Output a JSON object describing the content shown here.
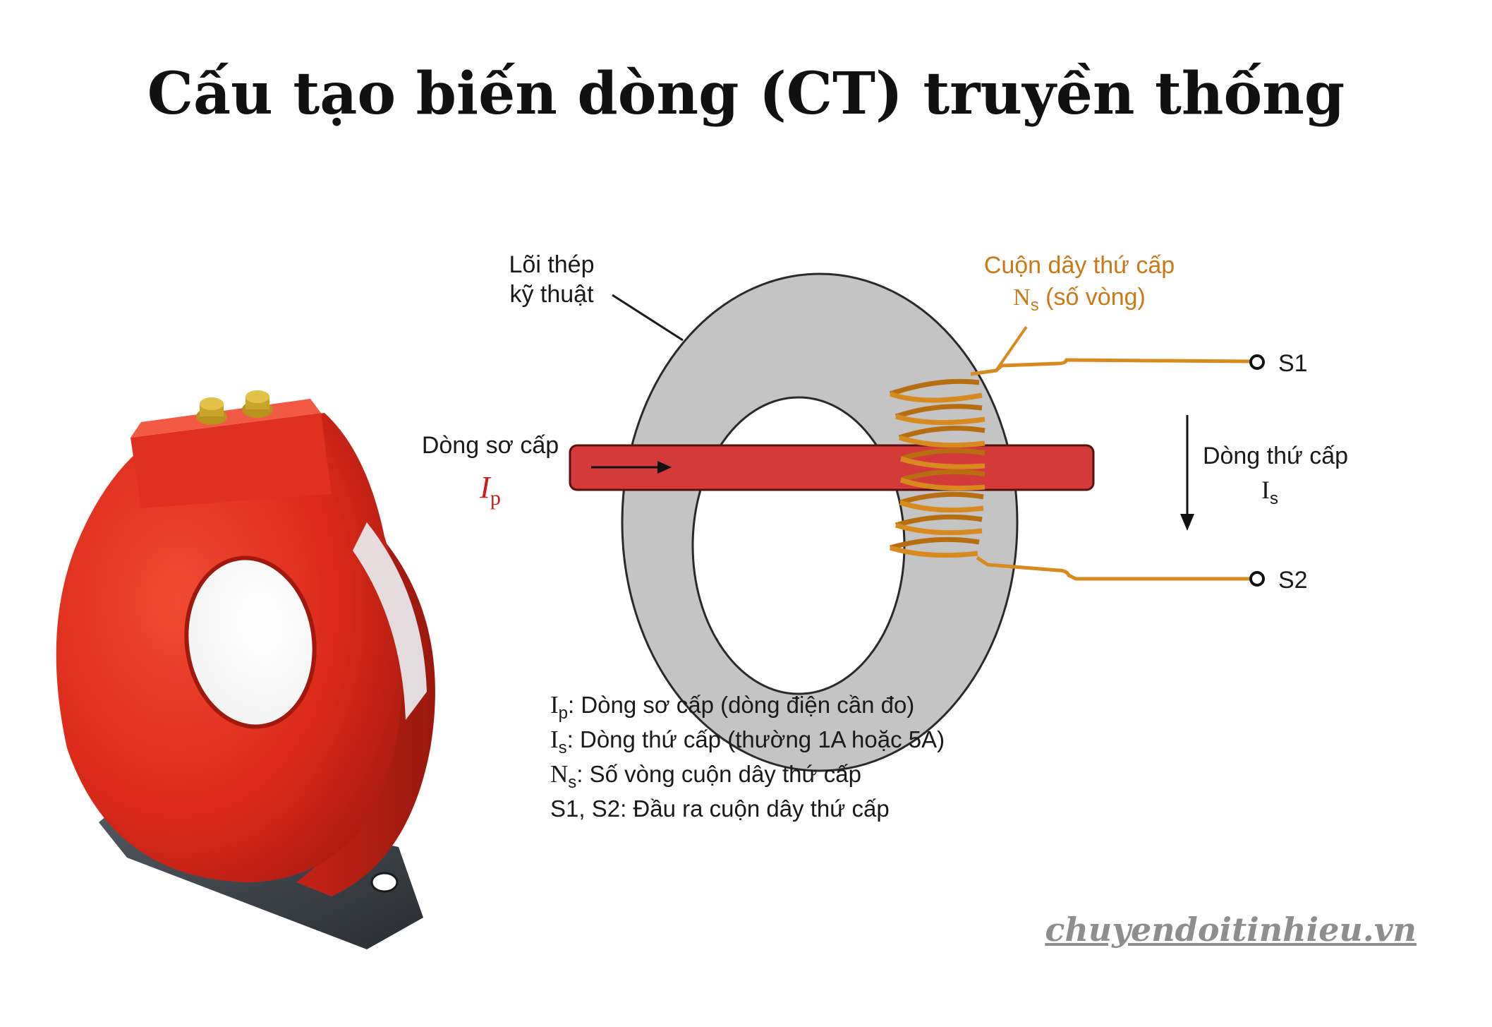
{
  "title": "Cấu tạo biến dòng (CT) truyền thống",
  "labels": {
    "core_line1": "Lõi thép",
    "core_line2": "kỹ thuật",
    "secondary_coil_line1": "Cuộn dây thứ cấp",
    "secondary_coil_N": "N",
    "secondary_coil_N_sub": "s",
    "secondary_coil_tail": " (số vòng)",
    "primary_current": "Dòng sơ cấp",
    "primary_symbol": "I",
    "primary_symbol_sub": "p",
    "secondary_current": "Dòng thứ cấp",
    "secondary_symbol": "I",
    "secondary_symbol_sub": "s",
    "terminal_s1": "S1",
    "terminal_s2": "S2"
  },
  "legend": [
    {
      "sym": "I",
      "sub": "p",
      "text": ":  Dòng sơ cấp (dòng điện cần đo)"
    },
    {
      "sym": "I",
      "sub": "s",
      "text": ":  Dòng thứ cấp (thường 1A hoặc 5A)"
    },
    {
      "sym": "N",
      "sub": "s",
      "text": ": Số vòng cuộn dây thứ cấp"
    },
    {
      "sym": "",
      "sub": "",
      "text": "S1, S2: Đầu ra cuộn dây thứ cấp"
    }
  ],
  "watermark": "chuyendoitinhieu.vn",
  "colors": {
    "core": "#c4c4c4",
    "core_stroke": "#2a2a2a",
    "primary_conductor": "#d53a3a",
    "secondary_wire": "#d98a1e",
    "ct_body": "#e3291b",
    "ct_base": "#3c4148",
    "primary_label": "#c9201f",
    "secondary_label": "#c97a17"
  },
  "icons": [
    "ct-product-photo",
    "arrow-right-icon",
    "arrow-down-icon",
    "terminal-circle-icon"
  ]
}
